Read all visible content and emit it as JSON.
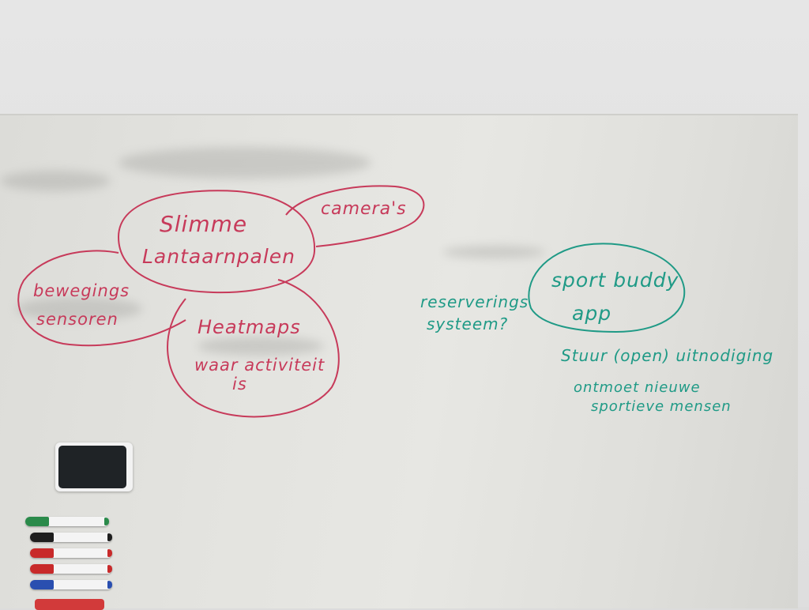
{
  "colors": {
    "red_ink": "#c73a5a",
    "green_ink": "#1f9a86",
    "board": "#e3e3df",
    "wall": "#e3e3e3"
  },
  "red_notes": {
    "slimme": "Slimme",
    "lantaarnpalen": "Lantaarnpalen",
    "cameras": "camera's",
    "bewegings": "bewegings",
    "sensoren": "sensoren",
    "heatmaps": "Heatmaps",
    "waar_activiteit": "waar activiteit",
    "is": "is"
  },
  "green_notes": {
    "reserverings": "reserverings",
    "systeem": "systeem?",
    "sport_buddy": "sport buddy",
    "app": "app",
    "stuur": "Stuur (open) uitnodiging",
    "ontmoet": "ontmoet nieuwe",
    "sportieve": "sportieve mensen"
  },
  "markers": [
    {
      "color": "#2a8a4a"
    },
    {
      "color": "#1e1e1e"
    },
    {
      "color": "#c82a2a"
    },
    {
      "color": "#c82a2a"
    },
    {
      "color": "#2a4fb0"
    }
  ]
}
